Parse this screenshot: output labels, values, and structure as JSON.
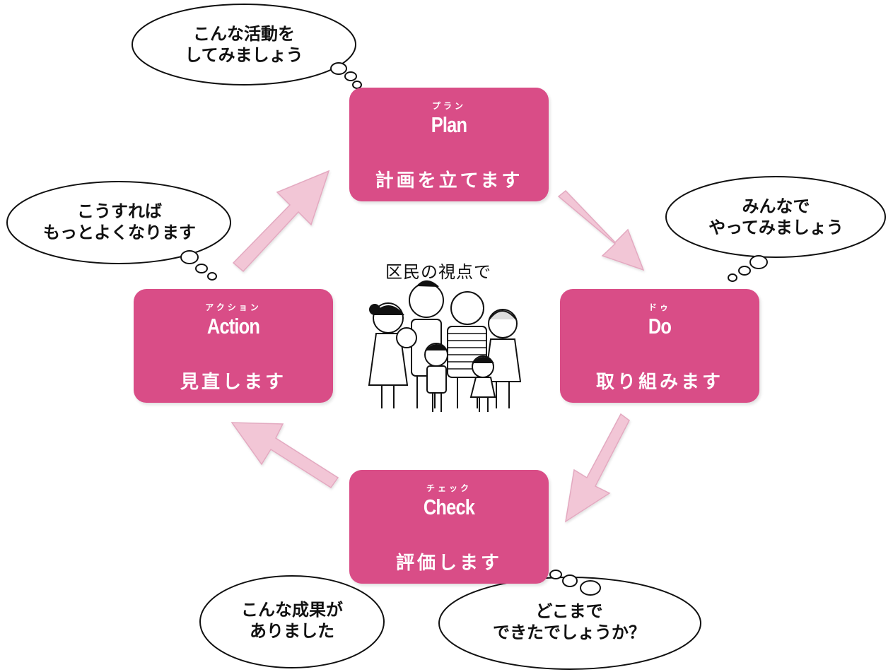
{
  "colors": {
    "box": "#d94d87",
    "arrow": "#f2c6d6",
    "arrow_stroke": "#e3a9c0"
  },
  "center": {
    "caption": "区民の視点で"
  },
  "boxes": {
    "plan": {
      "ruby": "プラン",
      "title": "Plan",
      "subtitle": "計画を立てます"
    },
    "do": {
      "ruby": "ドゥ",
      "title": "Do",
      "subtitle": "取り組みます"
    },
    "check": {
      "ruby": "チェック",
      "title": "Check",
      "subtitle": "評価します"
    },
    "action": {
      "ruby": "アクション",
      "title": "Action",
      "subtitle": "見直します"
    }
  },
  "bubbles": {
    "plan": {
      "line1": "こんな活動を",
      "line2": "してみましょう"
    },
    "do": {
      "line1": "みんなで",
      "line2": "やってみましょう"
    },
    "action": {
      "line1": "こうすれば",
      "line2": "もっとよくなります"
    },
    "result": {
      "line1": "こんな成果が",
      "line2": "ありました"
    },
    "check": {
      "line1": "どこまで",
      "line2": "できたでしょうか？"
    }
  }
}
